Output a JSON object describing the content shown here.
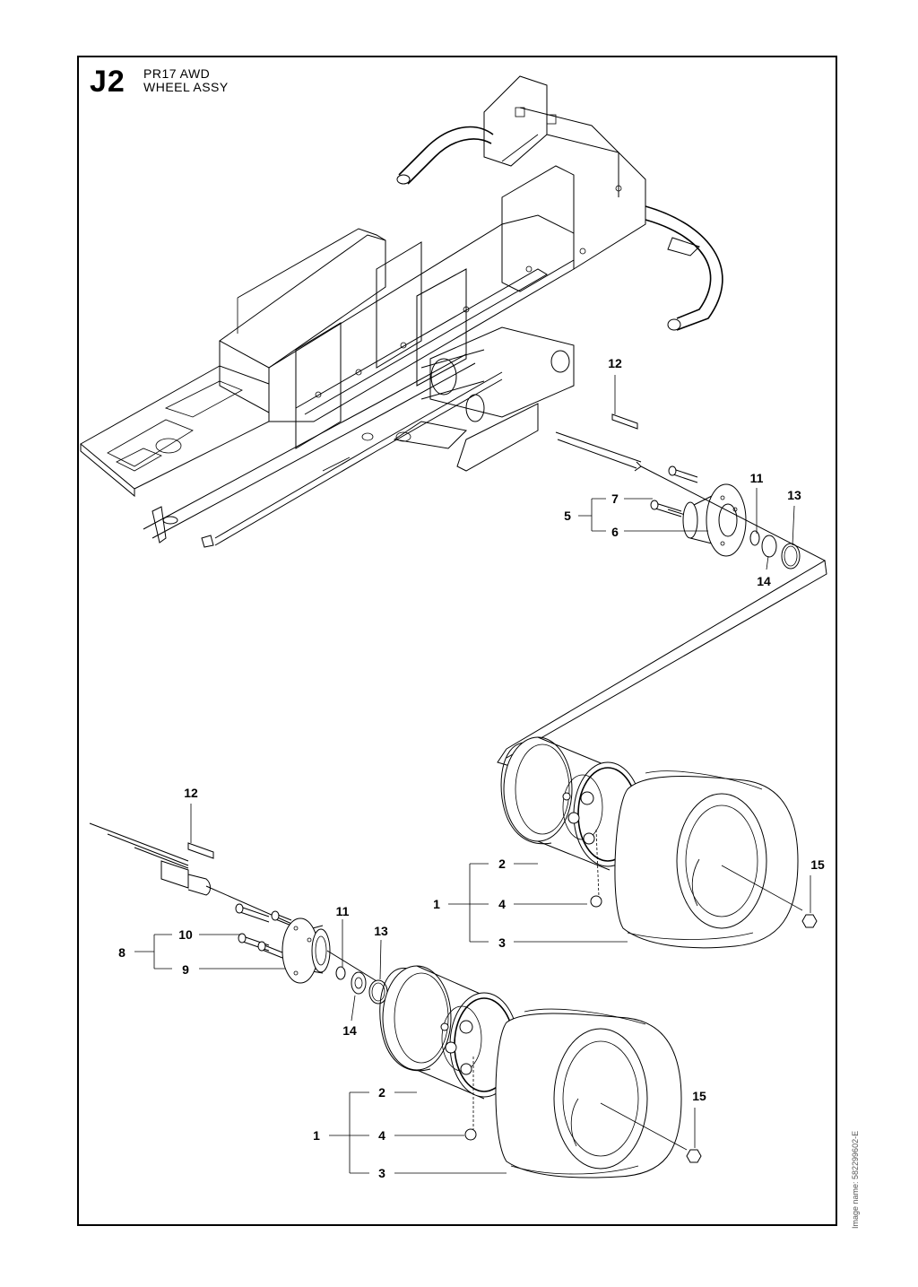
{
  "header": {
    "code": "J2",
    "model": "PR17 AWD",
    "assembly": "WHEEL ASSY"
  },
  "image_name": "Image name: 582299602-E",
  "callouts": {
    "upper": {
      "c1": "1",
      "c2": "2",
      "c3": "3",
      "c4": "4",
      "c5": "5",
      "c6": "6",
      "c7": "7",
      "c11": "11",
      "c12": "12",
      "c13": "13",
      "c14": "14",
      "c15": "15"
    },
    "lower": {
      "c1": "1",
      "c2": "2",
      "c3": "3",
      "c4": "4",
      "c8": "8",
      "c9": "9",
      "c10": "10",
      "c11": "11",
      "c12": "12",
      "c13": "13",
      "c14": "14",
      "c15": "15"
    }
  }
}
